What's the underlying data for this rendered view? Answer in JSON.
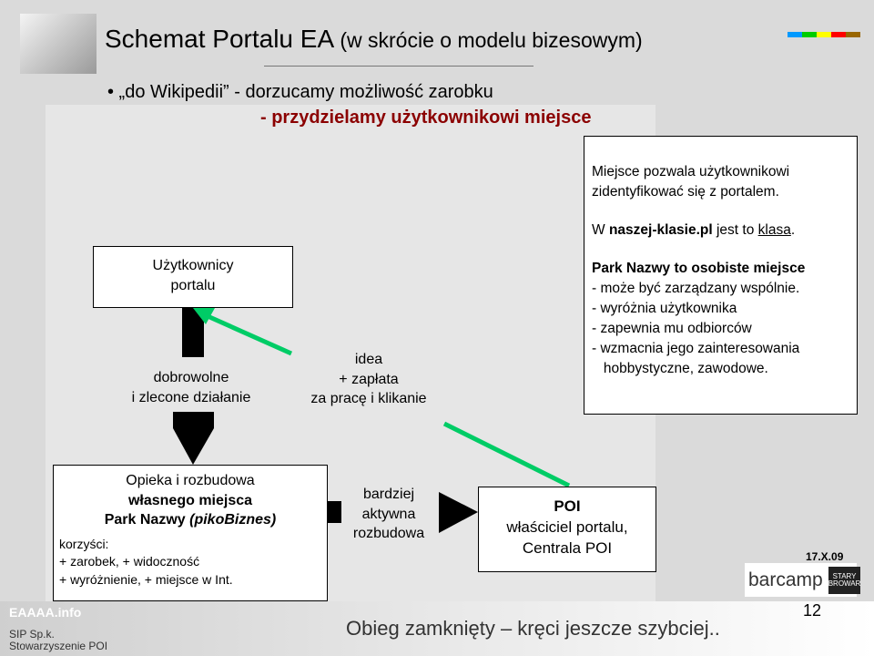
{
  "header": {
    "title": "Schemat Portalu EA",
    "subtitle": "(w skrócie o modelu bizesowym)",
    "color_bar": [
      "#0099ff",
      "#00cc00",
      "#ffff00",
      "#ff0000",
      "#996600"
    ]
  },
  "bullets": {
    "line1": "• „do Wikipedii”  - dorzucamy możliwość zarobku",
    "line2": "- przydzielamy użytkownikowi miejsce"
  },
  "diagram": {
    "users_box": [
      "Użytkownicy",
      "portalu"
    ],
    "down_label": [
      "dobrowolne",
      "i zlecone działanie"
    ],
    "green_label": [
      "idea",
      "+ zapłata",
      "za pracę i klikanie"
    ],
    "care_box": {
      "line1": "Opieka i rozbudowa",
      "line2": "własnego miejsca",
      "line3": "Park Nazwy",
      "line3_italic": "(pikoBiznes)",
      "benefits": [
        "korzyści:",
        "+ zarobek, + widoczność",
        "+ wyróżnienie, + miejsce w Int."
      ]
    },
    "right_label": [
      "bardziej",
      "aktywna",
      "rozbudowa"
    ],
    "poi_box": {
      "title": "POI",
      "lines": [
        "właściciel portalu,",
        "Centrala POI"
      ]
    }
  },
  "info_box": {
    "p1": [
      "Miejsce pozwala użytkownikowi",
      "zidentyfikować się z portalem."
    ],
    "p2_pre": "W ",
    "p2_bold": "naszej-klasie.pl",
    "p2_mid": " jest to ",
    "p2_under": "klasa",
    "p2_end": ".",
    "p3_bold": "Park Nazwy to osobiste miejsce",
    "items": [
      "- może być zarządzany wspólnie.",
      "- wyróżnia użytkownika",
      "- zapewnia mu odbiorców",
      "- wzmacnia jego zainteresowania",
      "   hobbystyczne, zawodowe."
    ]
  },
  "footer": {
    "text": "Obieg zamknięty – kręci jeszcze szybciej..",
    "page": "12",
    "org1": "SIP Sp.k.",
    "org2": "Stowarzyszenie POI",
    "logo": "EAAAA.info",
    "date": "17.X.09",
    "sponsor": "barcamp",
    "sponsor2": "STARY BROWAR"
  },
  "colors": {
    "accent": "#8b0000",
    "arrow_green": "#00cc66"
  }
}
